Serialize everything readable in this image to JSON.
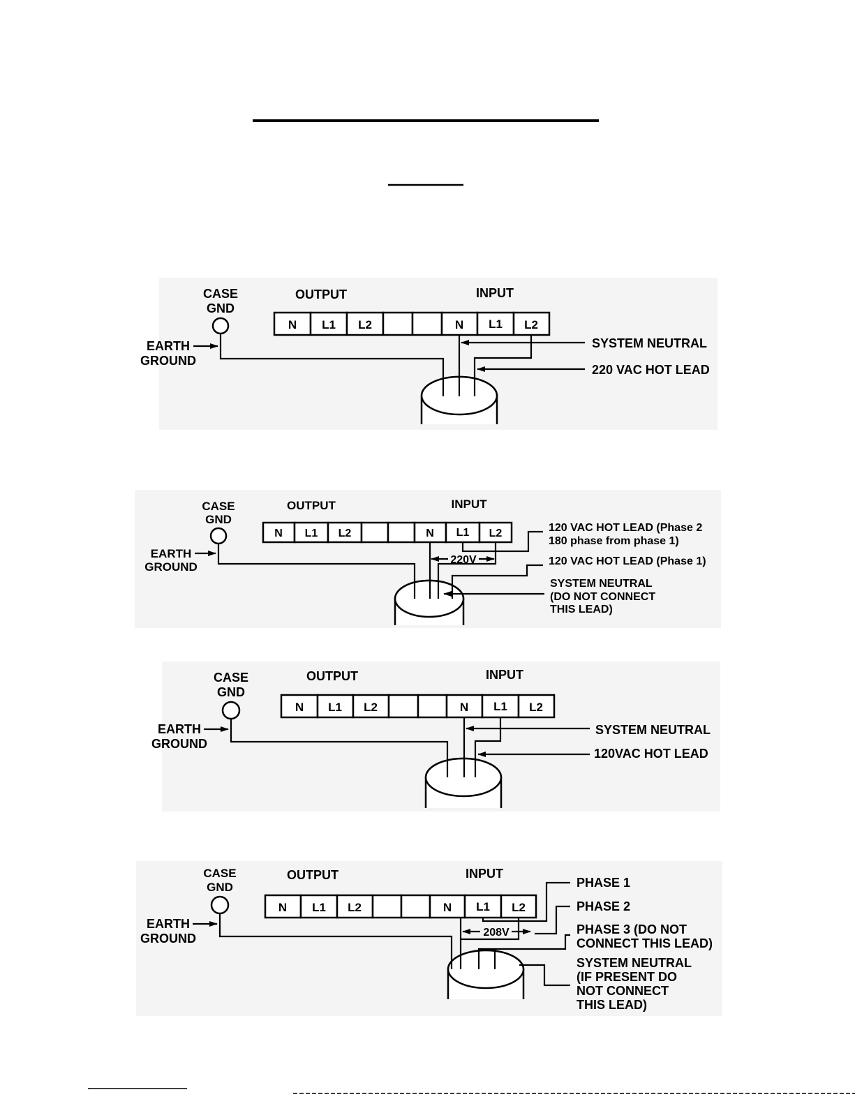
{
  "page_title": "",
  "page_subtitle": "",
  "common": {
    "case": "CASE",
    "gnd": "GND",
    "earth": "EARTH",
    "ground": "GROUND",
    "output": "OUTPUT",
    "input": "INPUT",
    "terminals": [
      "N",
      "L1",
      "L2",
      "",
      "",
      "N",
      "L1",
      "L2"
    ]
  },
  "diagrams": [
    {
      "id": "d1",
      "labels": [
        "SYSTEM NEUTRAL",
        "220 VAC HOT LEAD"
      ]
    },
    {
      "id": "d2",
      "voltage": "220V",
      "labels": [
        "120 VAC HOT LEAD (Phase 2",
        "180 phase from phase 1)",
        "120 VAC HOT LEAD (Phase 1)",
        "SYSTEM NEUTRAL",
        "(DO NOT CONNECT",
        "THIS LEAD)"
      ]
    },
    {
      "id": "d3",
      "labels": [
        "SYSTEM NEUTRAL",
        "120VAC HOT LEAD"
      ]
    },
    {
      "id": "d4",
      "voltage": "208V",
      "labels": [
        "PHASE 1",
        "PHASE 2",
        "PHASE 3  (DO NOT",
        "CONNECT THIS LEAD)",
        "SYSTEM NEUTRAL",
        "(IF PRESENT DO",
        "NOT CONNECT",
        "THIS LEAD)"
      ]
    }
  ]
}
